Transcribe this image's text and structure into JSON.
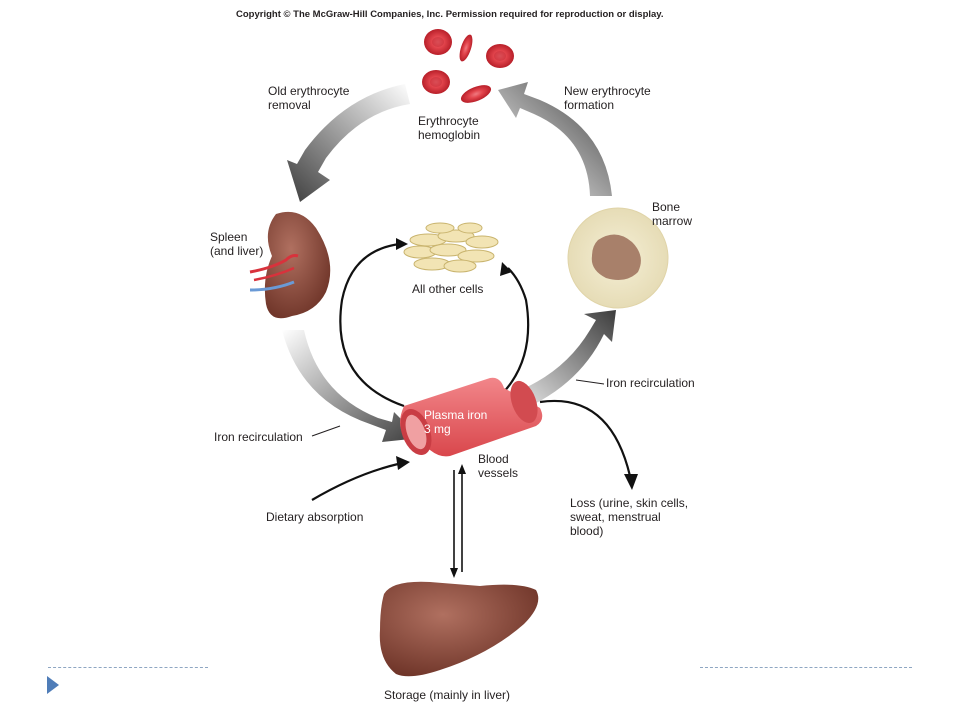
{
  "copyright": "Copyright © The McGraw-Hill Companies, Inc. Permission required for reproduction or display.",
  "labels": {
    "erythrocyte": "Erythrocyte\nhemoglobin",
    "old_removal": "Old erythrocyte\nremoval",
    "new_formation": "New erythrocyte\nformation",
    "spleen": "Spleen\n(and liver)",
    "bone_marrow": "Bone\nmarrow",
    "all_other_cells": "All other cells",
    "iron_recirc_left": "Iron recirculation",
    "iron_recirc_right": "Iron recirculation",
    "plasma_iron": "Plasma iron\n3 mg",
    "blood_vessels": "Blood\nvessels",
    "dietary": "Dietary absorption",
    "loss": "Loss (urine, skin cells,\nsweat, menstrual\nblood)",
    "storage": "Storage (mainly in liver)"
  },
  "colors": {
    "rbc": "#d8323c",
    "organ": "#8a4a3c",
    "vessel": "#e8585a",
    "arrow_dark": "#3a3a3a",
    "accent_bullet": "#4f7db8"
  },
  "icons": {
    "slide_bullet": "triangle-bullet-icon"
  }
}
